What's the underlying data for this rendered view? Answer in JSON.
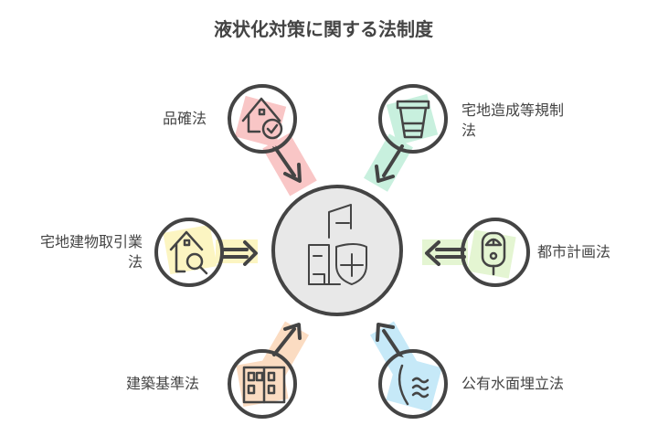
{
  "title": "液状化対策に関する法制度",
  "center": {
    "icon": "city-shield-icon"
  },
  "nodes": [
    {
      "label": "品確法",
      "icon": "house-check-icon",
      "color": "#f9c6c6"
    },
    {
      "label_line1": "宅地造成等規制",
      "label_line2": "法",
      "icon": "bucket-icon",
      "color": "#c8f0de"
    },
    {
      "label_line1": "宅地建物取引業",
      "label_line2": "法",
      "icon": "house-search-icon",
      "color": "#fcf5c2"
    },
    {
      "label": "都市計画法",
      "icon": "parking-meter-icon",
      "color": "#e4f5d2"
    },
    {
      "label": "建築基準法",
      "icon": "building-facade-icon",
      "color": "#fbdcc2"
    },
    {
      "label": "公有水面埋立法",
      "icon": "water-waves-icon",
      "color": "#c6e9f8"
    }
  ]
}
